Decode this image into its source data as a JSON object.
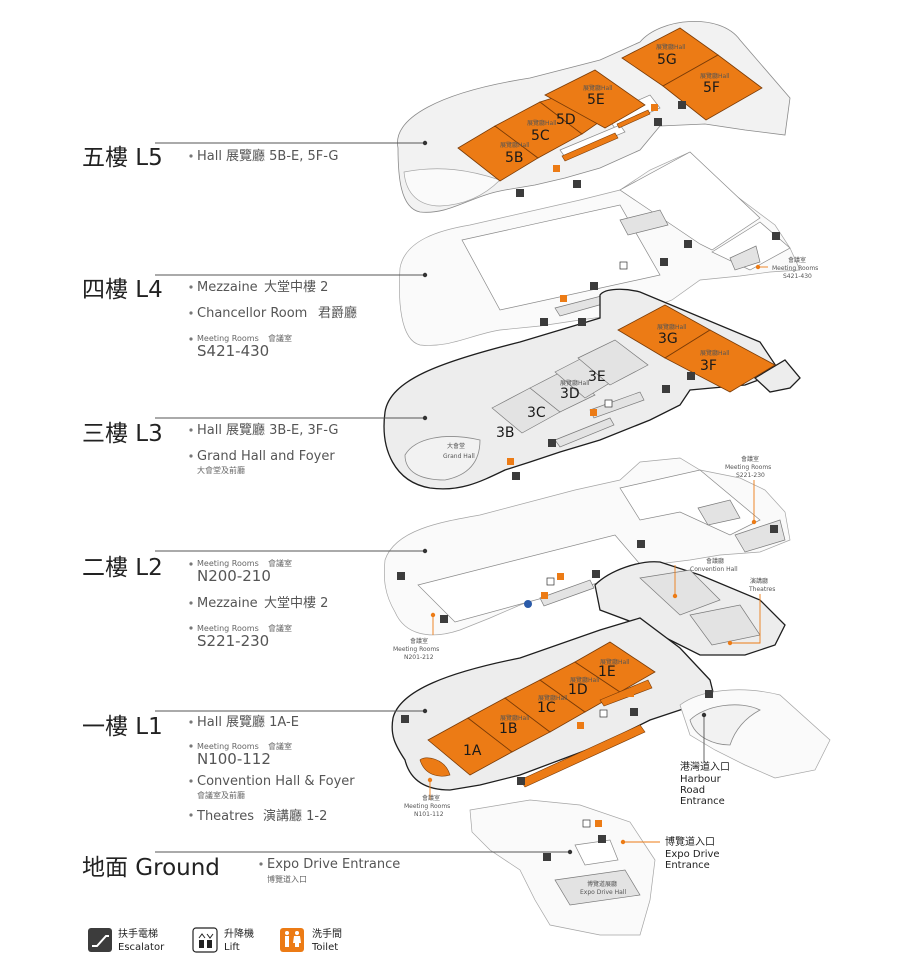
{
  "levels": [
    {
      "title": "五樓 L5",
      "items": [
        {
          "text": "Hall",
          "zh": "展覽廳 5B-E, 5F-G"
        }
      ]
    },
    {
      "title": "四樓 L4",
      "items": [
        {
          "text": "Mezzaine",
          "zh": "大堂中樓 2"
        },
        {
          "text": "Chancellor Room",
          "zh": "君爵廳"
        },
        {
          "small": "Meeting Rooms",
          "zh": "會議室",
          "big": "S421-430"
        }
      ]
    },
    {
      "title": "三樓 L3",
      "items": [
        {
          "text": "Hall",
          "zh": "展覽廳 3B-E, 3F-G"
        },
        {
          "text": "Grand Hall and Foyer",
          "zh2": "大會堂及前廳"
        }
      ]
    },
    {
      "title": "二樓 L2",
      "items": [
        {
          "small": "Meeting Rooms",
          "zh": "會議室",
          "big": "N200-210"
        },
        {
          "text": "Mezzaine",
          "zh": "大堂中樓 2"
        },
        {
          "small": "Meeting Rooms",
          "zh": "會議室",
          "big": "S221-230"
        }
      ]
    },
    {
      "title": "一樓 L1",
      "items": [
        {
          "text": "Hall",
          "zh": "展覽廳 1A-E"
        },
        {
          "small": "Meeting Rooms",
          "zh": "會議室",
          "big": "N100-112"
        },
        {
          "text": "Convention Hall & Foyer",
          "zh2": "會議室及前廳"
        },
        {
          "text": "Theatres",
          "zh": "演講廳 1-2"
        }
      ]
    },
    {
      "title": "地面 Ground",
      "items": [
        {
          "text": "Expo Drive Entrance",
          "zh2": "博覽道入口"
        }
      ]
    }
  ],
  "halls": {
    "l5": [
      "5B",
      "5C",
      "5D",
      "5E",
      "5F",
      "5G"
    ],
    "l3": [
      "3B",
      "3C",
      "3D",
      "3E",
      "3F",
      "3G"
    ],
    "l1": [
      "1A",
      "1B",
      "1C",
      "1D",
      "1E"
    ]
  },
  "hall_caption": "展覽廳Hall",
  "callouts": {
    "s421": {
      "zh": "會議室",
      "en": "Meeting Rooms",
      "code": "S421-430"
    },
    "grand_hall": {
      "zh": "大會堂",
      "en": "Grand Hall"
    },
    "s221": {
      "zh": "會議室",
      "en": "Meeting Rooms",
      "code": "S221-230"
    },
    "n201": {
      "zh": "會議室",
      "en": "Meeting Rooms",
      "code": "N201-212"
    },
    "convention": {
      "zh": "會議廳",
      "en": "Convention Hall"
    },
    "theatres": {
      "zh": "演講廳",
      "en": "Theatres"
    },
    "n101": {
      "zh": "會議室",
      "en": "Meeting Rooms",
      "code": "N101-112"
    },
    "harbour": {
      "zh": "港灣道入口",
      "en1": "Harbour",
      "en2": "Road",
      "en3": "Entrance"
    },
    "expo": {
      "zh": "博覽道入口",
      "en1": "Expo Drive",
      "en2": "Entrance"
    },
    "expo_hall": {
      "zh": "博覽道展廳",
      "en": "Expo Drive Hall"
    }
  },
  "legend": [
    {
      "icon": "escalator-icon",
      "zh": "扶手電梯",
      "en": "Escalator",
      "color": "#3c3c3c"
    },
    {
      "icon": "lift-icon",
      "zh": "升降機",
      "en": "Lift",
      "color": "#ffffff"
    },
    {
      "icon": "toilet-icon",
      "zh": "洗手間",
      "en": "Toilet",
      "color": "#ec7b15"
    }
  ],
  "colors": {
    "hall": "#ec7b15",
    "leader": "#555555",
    "accent": "#ec7b15"
  }
}
